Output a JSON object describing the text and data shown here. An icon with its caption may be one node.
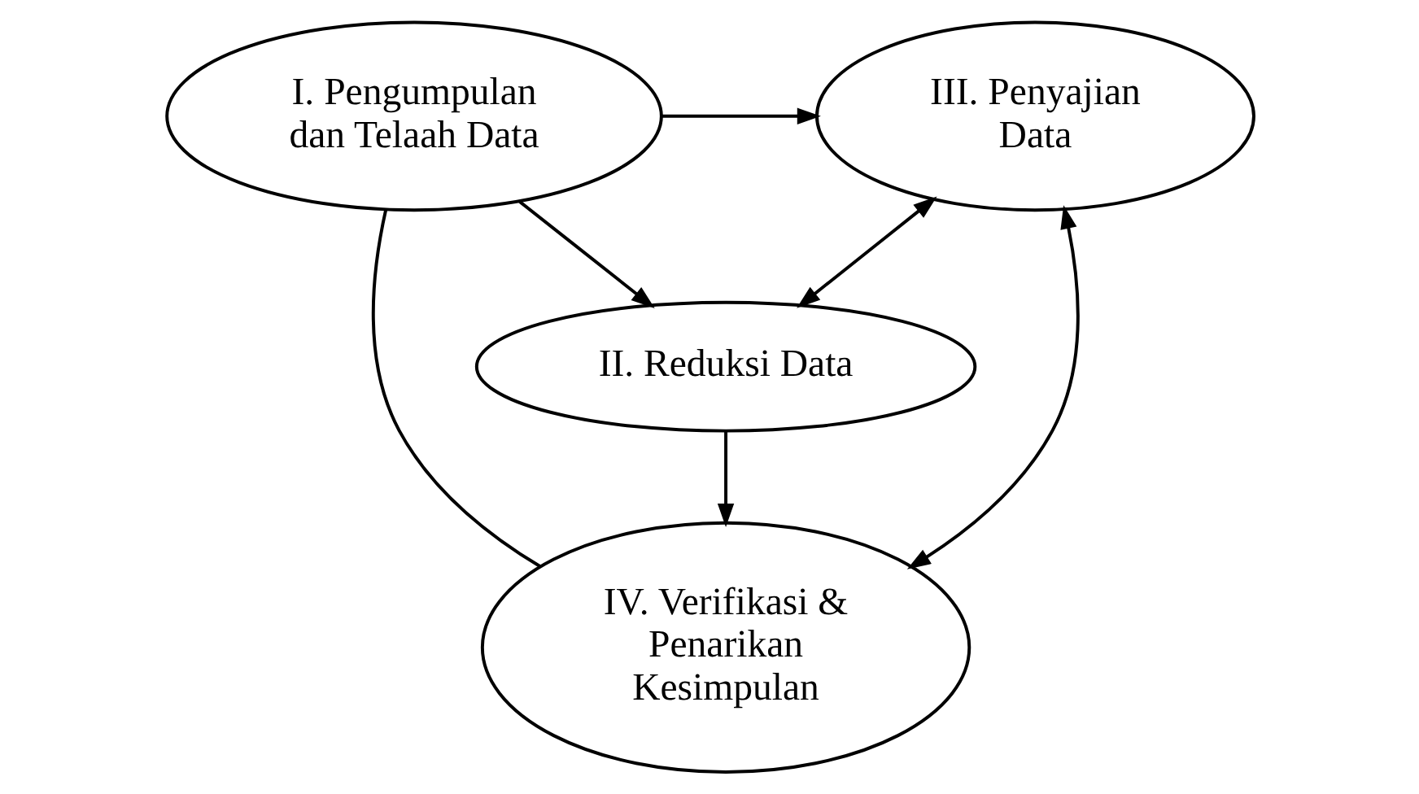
{
  "diagram": {
    "nodes": [
      {
        "text": [
          "I. Pengumpulan dan Telaah Data"
        ]
      },
      {
        "text": [
          "III. Penyajian Data"
        ]
      },
      {
        "text": [
          "II. Reduksi Data"
        ]
      },
      {
        "text": [
          "IV. Verifikasi & Penarikan Kesimpulan"
        ]
      }
    ],
    "edges": [
      {
        "from": 0,
        "to": 1,
        "arrow": "to"
      },
      {
        "from": 0,
        "to": 2,
        "arrow": "to"
      },
      {
        "from": 2,
        "to": 1,
        "arrow": "both"
      },
      {
        "from": 1,
        "to": 3,
        "arrow": "both"
      },
      {
        "from": 2,
        "to": 3,
        "arrow": "to"
      },
      {
        "from": 0,
        "to": 3,
        "arrow": "none"
      }
    ]
  }
}
